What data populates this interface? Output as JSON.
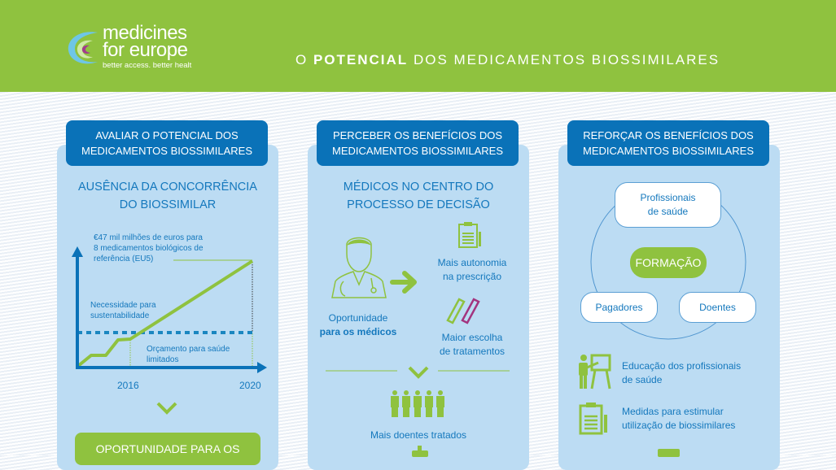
{
  "header": {
    "logo_line1": "medicines",
    "logo_line2_a": "for",
    "logo_line2_b": "europe",
    "logo_tagline": "better access. better healt",
    "title_prefix": "O",
    "title_bold": "POTENCIAL",
    "title_suffix": "DOS MEDICAMENTOS BIOSSIMILARES"
  },
  "col1": {
    "heading_l1": "AVALIAR O POTENCIAL DOS",
    "heading_l2": "MEDICAMENTOS BIOSSIMILARES",
    "subtitle_l1": "AUSÊNCIA DA CONCORRÊNCIA",
    "subtitle_l2": "DO  BIOSSIMILAR",
    "chart": {
      "annotation_l1": "€47 mil milhões de euros para",
      "annotation_l2": "8 medicamentos biológicos de",
      "annotation_l3": "referência (EU5)",
      "need_l1": "Necessidade para",
      "need_l2": "sustentabilidade",
      "budget_l1": "Orçamento para saúde",
      "budget_l2": "limitados",
      "x_ticks": [
        "2016",
        "2020"
      ]
    },
    "bottom_box": "OPORTUNIDADE PARA OS"
  },
  "col2": {
    "heading_l1": "PERCEBER OS BENEFÍCIOS DOS",
    "heading_l2": "MEDICAMENTOS BIOSSIMILARES",
    "subtitle_l1": "MÉDICOS NO CENTRO DO",
    "subtitle_l2": "PROCESSO DE DECISÃO",
    "doctor_l1": "Oportunidade",
    "doctor_l2": "para os médicos",
    "autonomy_l1": "Mais autonomia",
    "autonomy_l2": "na prescrição",
    "choice_l1": "Maior escolha",
    "choice_l2": "de tratamentos",
    "patients": "Mais doentes tratados"
  },
  "col3": {
    "heading_l1": "REFORÇAR OS BENEFÍCIOS DOS",
    "heading_l2": "MEDICAMENTOS BIOSSIMILARES",
    "prof_l1": "Profissionais",
    "prof_l2": "de saúde",
    "center": "FORMAÇÃO",
    "payers": "Pagadores",
    "patients": "Doentes",
    "item1_l1": "Educação dos profissionais",
    "item1_l2": "de saúde",
    "item2_l1": "Medidas para estimular",
    "item2_l2": "utilização de biossimilares"
  },
  "colors": {
    "green": "#8fc23f",
    "blue": "#0a72b8",
    "panel": "#bcdcf3",
    "text": "#1478bd"
  }
}
